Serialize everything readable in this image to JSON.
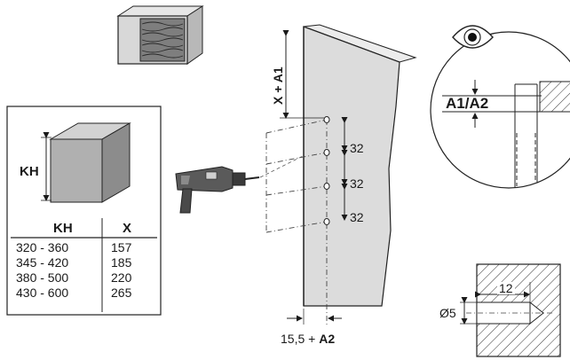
{
  "kh_table": {
    "size_label": "KH",
    "headers": [
      "KH",
      "X"
    ],
    "rows": [
      {
        "kh": "320 - 360",
        "x": "157"
      },
      {
        "kh": "345 - 420",
        "x": "185"
      },
      {
        "kh": "380 - 500",
        "x": "220"
      },
      {
        "kh": "430 - 600",
        "x": "265"
      }
    ]
  },
  "panel": {
    "height_label_prefix": "X + ",
    "height_label_bold": "A1",
    "spacings": [
      "32",
      "32",
      "32"
    ],
    "bottom_label_prefix": "15,5 + ",
    "bottom_label_bold": "A2"
  },
  "detail_view": {
    "label": "A1/A2"
  },
  "hole_detail": {
    "depth": "12",
    "diameter": "Ø5"
  }
}
